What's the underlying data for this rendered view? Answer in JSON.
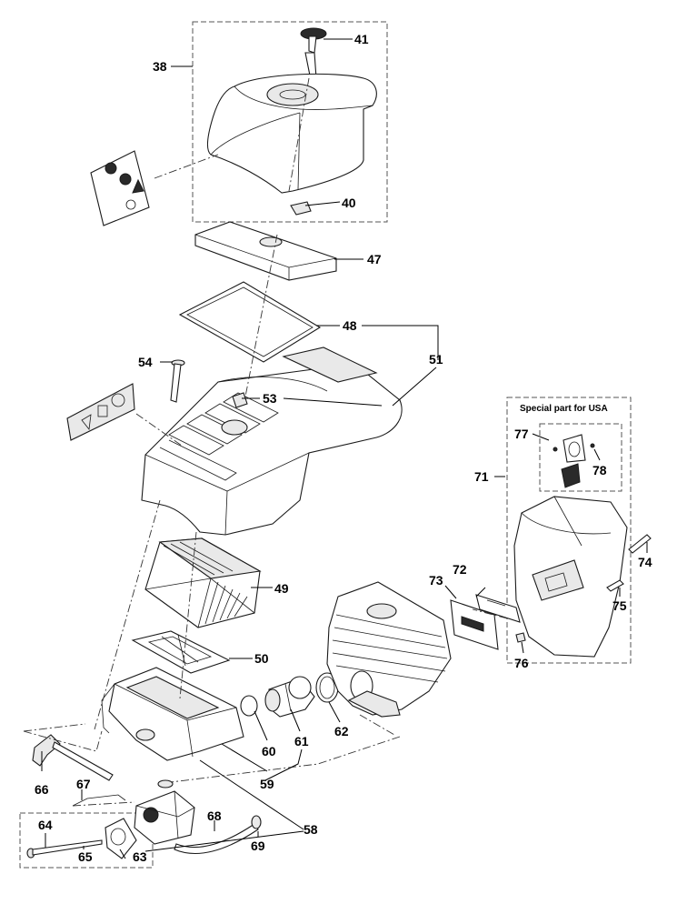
{
  "callouts": {
    "c38": "38",
    "c40": "40",
    "c41": "41",
    "c47": "47",
    "c48": "48",
    "c49": "49",
    "c50": "50",
    "c51": "51",
    "c53": "53",
    "c54": "54",
    "c58": "58",
    "c59": "59",
    "c60": "60",
    "c61": "61",
    "c62": "62",
    "c63": "63",
    "c64": "64",
    "c65": "65",
    "c66": "66",
    "c67": "67",
    "c68": "68",
    "c69": "69",
    "c71": "71",
    "c72": "72",
    "c73": "73",
    "c74": "74",
    "c75": "75",
    "c76": "76",
    "c77": "77",
    "c78": "78"
  },
  "notes": {
    "usa_special": "Special part for USA"
  }
}
